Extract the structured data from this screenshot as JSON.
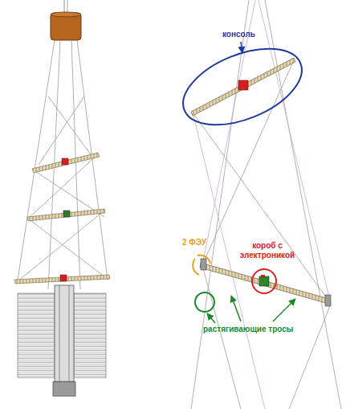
{
  "diagram": {
    "labels": [
      "консоль",
      "2 ФЭУ",
      "короб с электроникой",
      "растягивающие тросы"
    ]
  }
}
